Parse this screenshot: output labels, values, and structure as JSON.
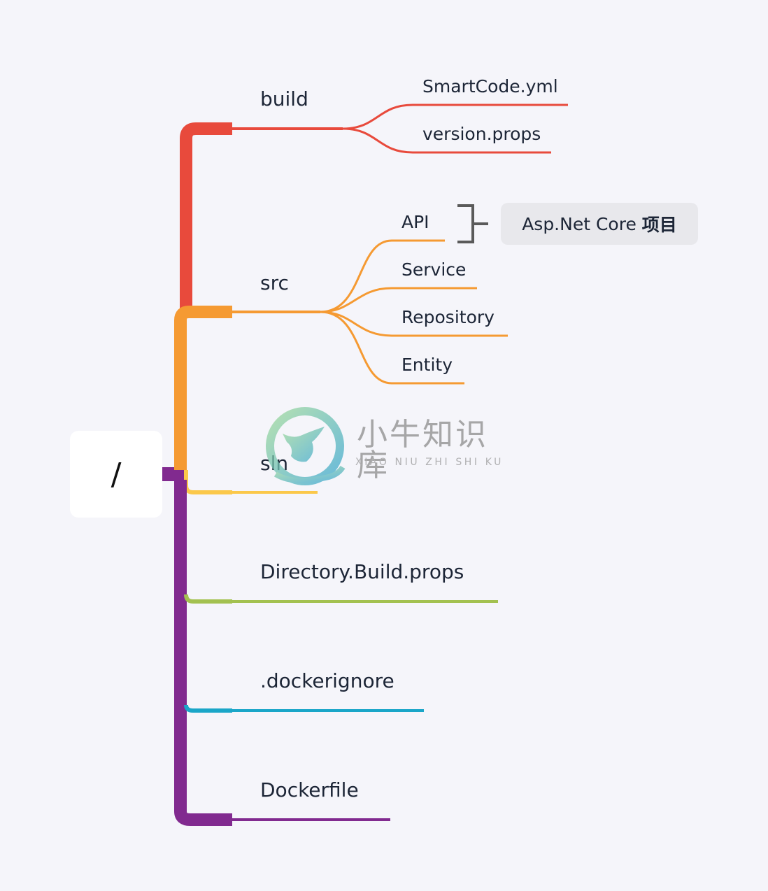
{
  "root": {
    "label": "/"
  },
  "branches": [
    {
      "label": "build",
      "color": "#e84a3c",
      "children": [
        "SmartCode.yml",
        "version.props"
      ]
    },
    {
      "label": "src",
      "color": "#f59a32",
      "children": [
        "API",
        "Service",
        "Repository",
        "Entity"
      ],
      "callout": {
        "target": "API",
        "text": "Asp.Net Core",
        "text_bold": "项目"
      }
    },
    {
      "label": "sln",
      "color": "#fbc84a",
      "children": []
    },
    {
      "label": "Directory.Build.props",
      "color": "#a3c150",
      "children": []
    },
    {
      "label": ".dockerignore",
      "color": "#1aa6c8",
      "children": []
    },
    {
      "label": "Dockerfile",
      "color": "#812a8f",
      "children": []
    }
  ],
  "watermark": {
    "chinese": "小牛知识库",
    "pinyin": "XIAO NIU ZHI SHI KU"
  }
}
